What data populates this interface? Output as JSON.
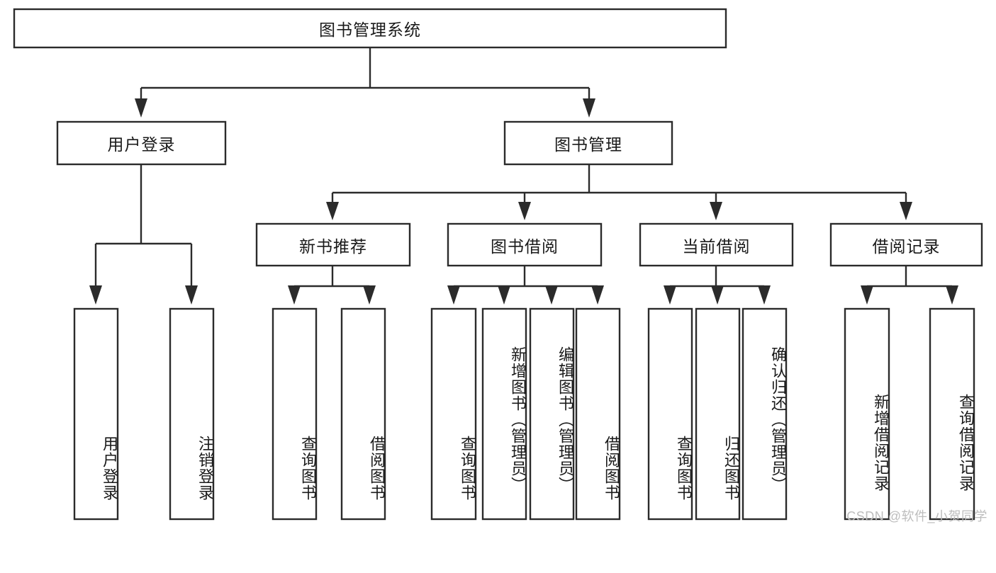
{
  "diagram": {
    "type": "tree-hierarchy",
    "title": "图书管理系统",
    "watermark": "CSDN @软件_小贺同学",
    "colors": {
      "stroke": "#2b2b2b",
      "fill": "#ffffff",
      "text": "#1a1a1a",
      "watermark": "#bdbdbd"
    },
    "levels": [
      {
        "level": 1,
        "nodes": [
          {
            "id": "root",
            "label": "图书管理系统",
            "orientation": "horizontal"
          }
        ]
      },
      {
        "level": 2,
        "nodes": [
          {
            "id": "l2-1",
            "label": "用户登录",
            "orientation": "horizontal",
            "parent": "root"
          },
          {
            "id": "l2-2",
            "label": "图书管理",
            "orientation": "horizontal",
            "parent": "root"
          }
        ]
      },
      {
        "level": 3,
        "nodes": [
          {
            "id": "l3-1",
            "label": "新书推荐",
            "orientation": "horizontal",
            "parent": "l2-2"
          },
          {
            "id": "l3-2",
            "label": "图书借阅",
            "orientation": "horizontal",
            "parent": "l2-2"
          },
          {
            "id": "l3-3",
            "label": "当前借阅",
            "orientation": "horizontal",
            "parent": "l2-2"
          },
          {
            "id": "l3-4",
            "label": "借阅记录",
            "orientation": "horizontal",
            "parent": "l2-2"
          }
        ]
      },
      {
        "level": 4,
        "nodes": [
          {
            "id": "l4-1",
            "label": "用户登录",
            "orientation": "vertical",
            "parent": "l2-1"
          },
          {
            "id": "l4-2",
            "label": "注销登录",
            "orientation": "vertical",
            "parent": "l2-1"
          },
          {
            "id": "l4-3",
            "label": "查询图书",
            "orientation": "vertical",
            "parent": "l3-1"
          },
          {
            "id": "l4-4",
            "label": "借阅图书",
            "orientation": "vertical",
            "parent": "l3-1"
          },
          {
            "id": "l4-5",
            "label": "查询图书",
            "orientation": "vertical",
            "parent": "l3-2"
          },
          {
            "id": "l4-6",
            "label": "新增图书（管理员）",
            "orientation": "vertical",
            "parent": "l3-2"
          },
          {
            "id": "l4-7",
            "label": "编辑图书（管理员）",
            "orientation": "vertical",
            "parent": "l3-2"
          },
          {
            "id": "l4-8",
            "label": "借阅图书",
            "orientation": "vertical",
            "parent": "l3-2"
          },
          {
            "id": "l4-9",
            "label": "查询图书",
            "orientation": "vertical",
            "parent": "l3-3"
          },
          {
            "id": "l4-10",
            "label": "归还图书",
            "orientation": "vertical",
            "parent": "l3-3"
          },
          {
            "id": "l4-11",
            "label": "确认归还（管理员）",
            "orientation": "vertical",
            "parent": "l3-3"
          },
          {
            "id": "l4-12",
            "label": "新增借阅记录",
            "orientation": "vertical",
            "parent": "l3-4"
          },
          {
            "id": "l4-13",
            "label": "查询借阅记录",
            "orientation": "vertical",
            "parent": "l3-4"
          }
        ]
      }
    ]
  }
}
